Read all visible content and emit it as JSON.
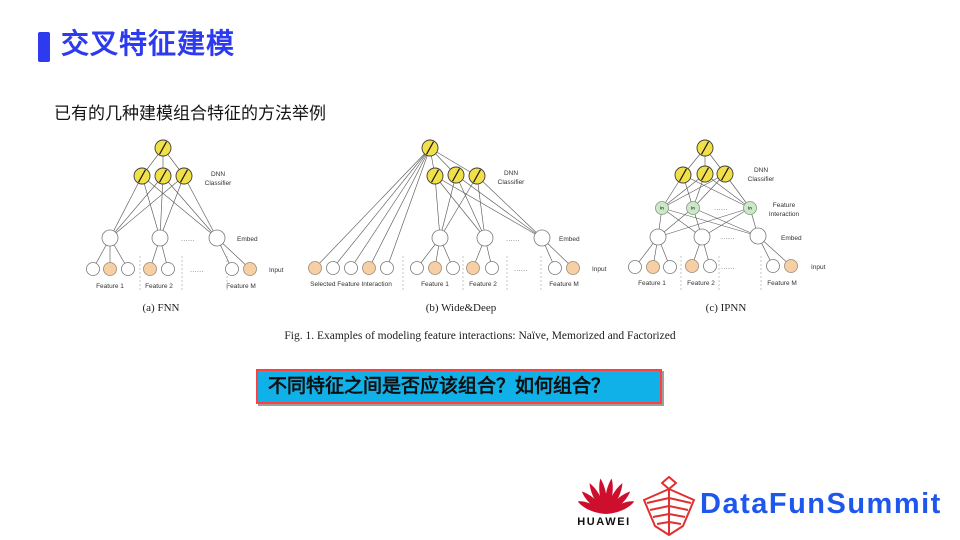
{
  "slide": {
    "title": "交叉特征建模",
    "subtitle": "已有的几种建模组合特征的方法举例"
  },
  "figure": {
    "caption": "Fig. 1.  Examples of modeling feature interactions: Naïve, Memorized and Factorized",
    "dots": "......",
    "captions": [
      "(a) FNN",
      "(b) Wide&Deep",
      "(c) IPNN"
    ],
    "labels": {
      "dnn_line1": "DNN",
      "dnn_line2": "Classifier",
      "embed": "Embed",
      "input": "Input",
      "feature1": "Feature 1",
      "feature2": "Feature 2",
      "featureM": "Feature M",
      "wide": "Selected Feature Interaction",
      "interaction_line1": "Feature",
      "interaction_line2": "Interaction",
      "inner_product": "in"
    }
  },
  "question_box": {
    "text": "不同特征之间是否应该组合？如何组合？"
  },
  "footer": {
    "huawei_wordmark": "HUAWEI",
    "brand_wordmark": "DataFunSummit"
  },
  "colors": {
    "accent_blue": "#2D3AEF",
    "question_bg": "#10B1E9",
    "question_border": "#FF4040",
    "brand_blue": "#1E57EE",
    "huawei_red": "#CE0E2D",
    "node_yellow": "#F2E049",
    "node_orange": "#F7CFA4",
    "node_green": "#CDE7C8"
  }
}
